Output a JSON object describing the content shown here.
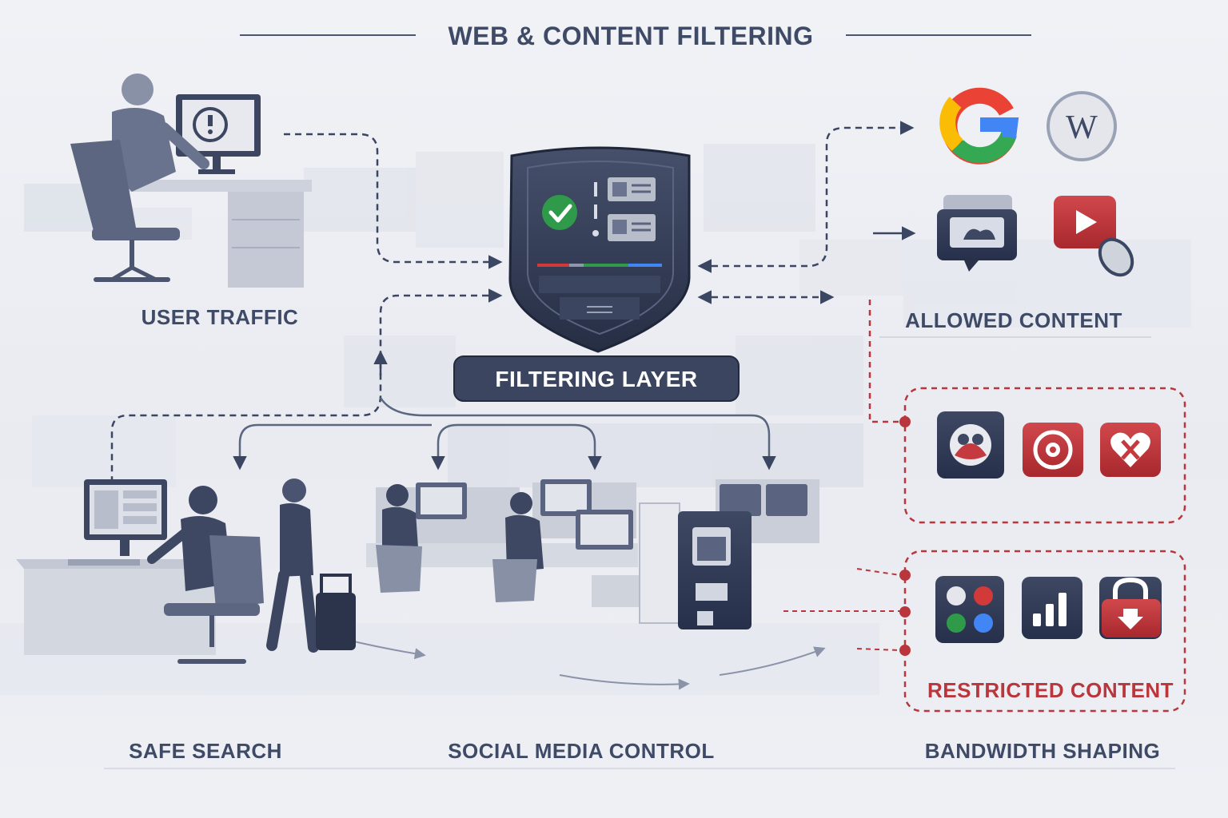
{
  "title": "WEB & CONTENT FILTERING",
  "labels": {
    "user_traffic": "USER TRAFFIC",
    "filtering_layer": "FILTERING LAYER",
    "allowed_content": "ALLOWED CONTENT",
    "restricted_content": "RESTRICTED CONTENT",
    "safe_search": "SAFE SEARCH",
    "social_media_control": "SOCIAL MEDIA CONTROL",
    "bandwidth_shaping": "BANDWIDTH SHAPING"
  },
  "icons": {
    "allowed": [
      "google-logo-icon",
      "wikipedia-logo-icon",
      "media-chat-icon",
      "video-play-icon"
    ],
    "restricted_top": [
      "gaming-controller-icon",
      "blocked-circle-icon",
      "blocked-heart-icon"
    ],
    "restricted_bottom": [
      "social-apps-icon",
      "bandwidth-bars-icon",
      "padlock-icon"
    ]
  },
  "glyphs": {
    "wikipedia": "W",
    "google": "G"
  },
  "colors": {
    "navy": "#2f3a55",
    "text": "#3e4a66",
    "restricted_red": "#b8363c",
    "allowed_green": "#2e9a4a",
    "google_blue": "#4285f4",
    "google_red": "#ea4335",
    "google_yellow": "#fbbc05",
    "google_green": "#34a853"
  }
}
